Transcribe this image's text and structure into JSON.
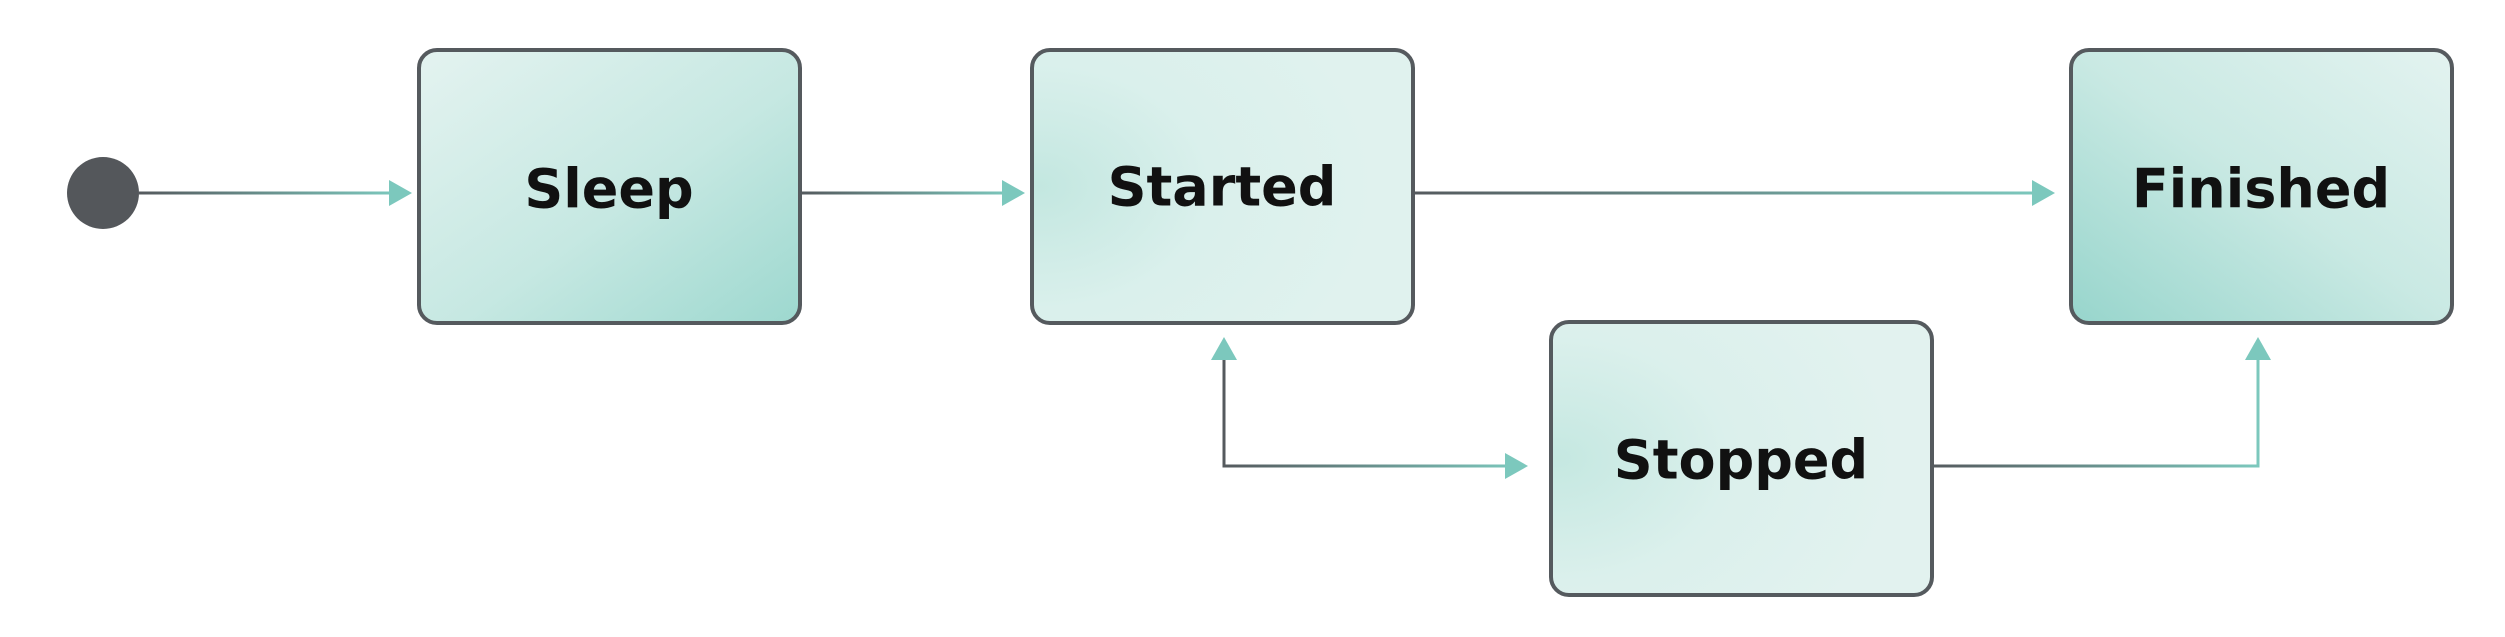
{
  "colors": {
    "node_border": "#555a5e",
    "node_fill_light": "#e2f1ee",
    "node_fill_dark": "#9fd8cf",
    "arrow_start": "#555a5e",
    "arrow_end": "#7cc8bd",
    "initial_dot": "#54575b"
  },
  "states": {
    "sleep": "Sleep",
    "started": "Started",
    "finished": "Finished",
    "stopped": "Stopped"
  }
}
